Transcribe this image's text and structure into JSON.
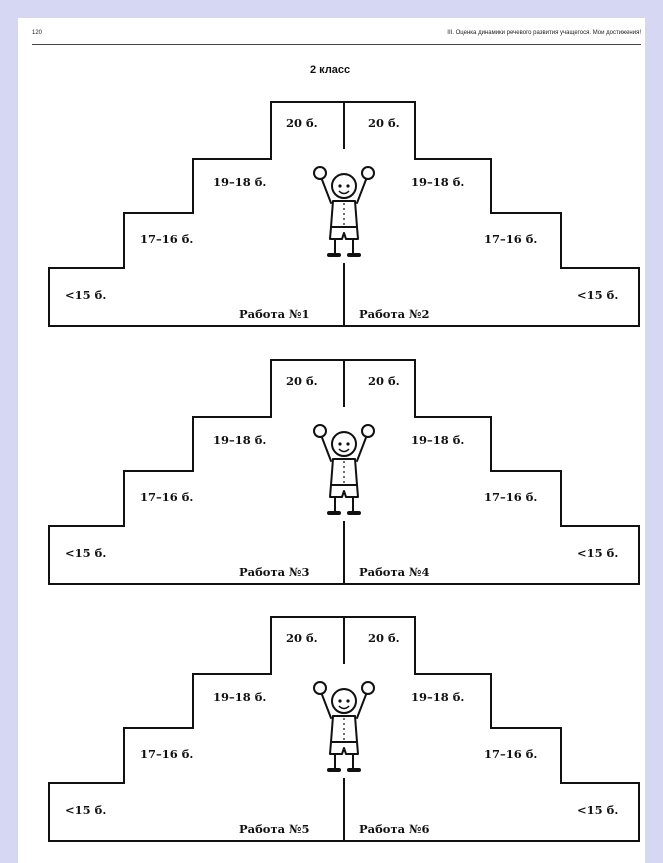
{
  "header": {
    "page_number": "120",
    "title": "III. Оценка динамики речевого развития учащегося. Мои достижения!"
  },
  "grade_title": "2 класс",
  "score_labels": {
    "top": "20 б.",
    "step2": "19–18 б.",
    "step3": "17–16 б.",
    "bottom": "<15 б."
  },
  "blocks": [
    {
      "left_work": "Работа №1",
      "right_work": "Работа №2"
    },
    {
      "left_work": "Работа №3",
      "right_work": "Работа №4"
    },
    {
      "left_work": "Работа №5",
      "right_work": "Работа №6"
    }
  ],
  "illustration": "boy-cheering-icon"
}
